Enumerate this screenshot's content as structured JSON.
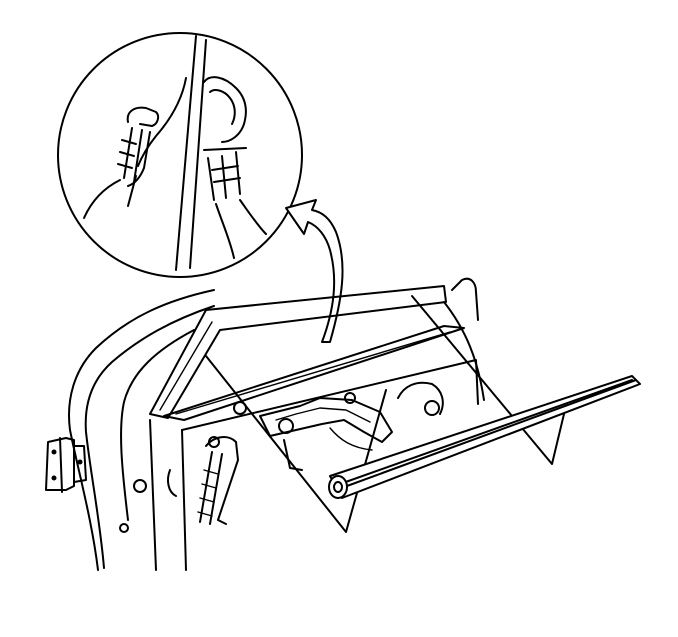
{
  "figure": {
    "kind": "service-manual-illustration",
    "subject": "door-window-weatherstrip-removal",
    "ink_color": "#000000",
    "background_color": "#ffffff"
  },
  "parts": {
    "detail_view": "detail-circle",
    "callout_arrow": "curved-arrow-icon",
    "door": "front-door-frame",
    "hinge": "door-hinge",
    "weatherstrip": "inner-belt-weatherstrip",
    "v_markers": [
      "v-marker-left",
      "v-marker-right"
    ]
  }
}
